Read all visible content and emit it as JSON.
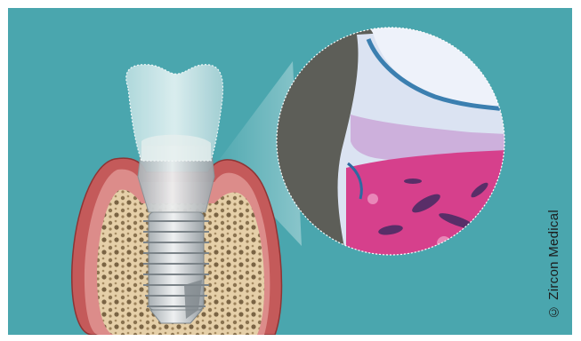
{
  "credit": {
    "text": "© Zircon Medical"
  },
  "illustration": {
    "subject": "dental-implant-cross-section",
    "inset": "histology-magnified-circle"
  },
  "colors": {
    "background": "#4aa6ae",
    "gum": "#c45a5a",
    "bone": "#e9d4b3",
    "crown": "#cfe6e8",
    "implant": "#d8dcdf",
    "histology_pink": "#d6408c",
    "histology_dark": "#5d5e58"
  }
}
